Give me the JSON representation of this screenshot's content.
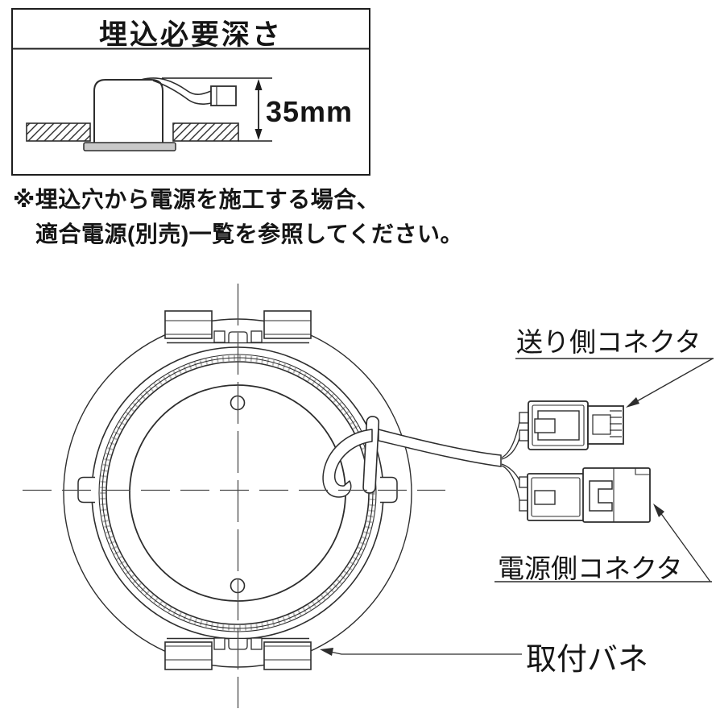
{
  "depth_panel": {
    "title": "埋込必要深さ",
    "dimension_label": "35mm"
  },
  "note": {
    "line1": "※埋込穴から電源を施工する場合、",
    "line2": "適合電源(別売)一覧を参照してください。"
  },
  "diagram_labels": {
    "feed_connector": "送り側コネクタ",
    "power_connector": "電源側コネクタ",
    "mounting_spring": "取付バネ"
  },
  "colors": {
    "line": "#2d2d2d",
    "centerline": "#4a4a4a",
    "flange_fill": "#c9c9c9",
    "background": "#ffffff"
  }
}
